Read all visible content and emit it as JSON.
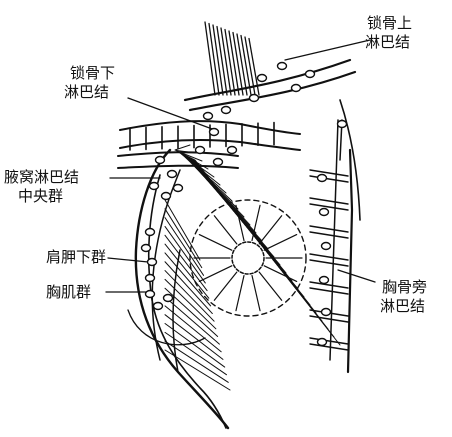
{
  "labels": {
    "supraclavicular": {
      "line1": "锁骨上",
      "line2": "淋巴结"
    },
    "infraclavicular": {
      "line1": "锁骨下",
      "line2": "淋巴结"
    },
    "axillary_central": {
      "line1": "腋窝淋巴结",
      "line2": "中央群"
    },
    "subscapular": {
      "text": "肩胛下群"
    },
    "pectoral": {
      "text": "胸肌群"
    },
    "parasternal": {
      "line1": "胸骨旁",
      "line2": "淋巴结"
    }
  },
  "colors": {
    "ink": "#111111",
    "paper": "#ffffff"
  }
}
